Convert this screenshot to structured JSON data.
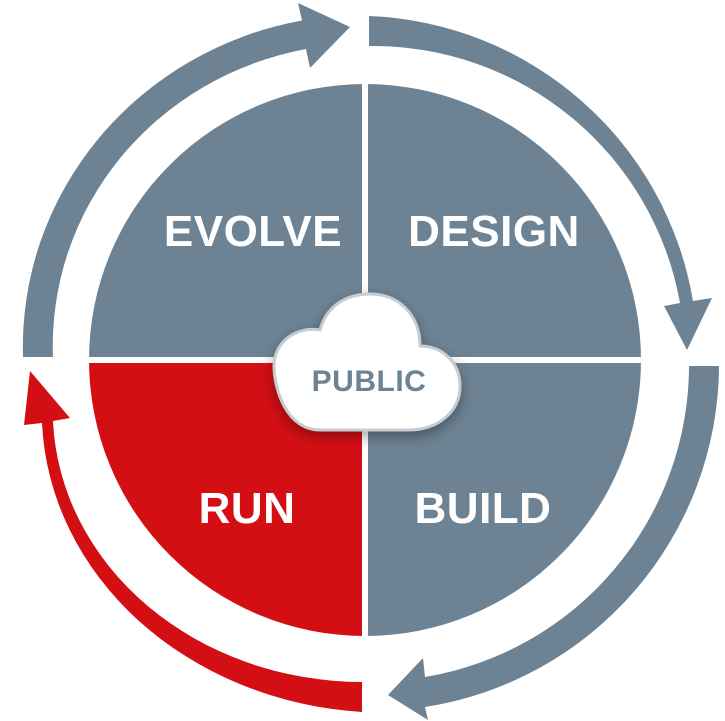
{
  "diagram": {
    "center": {
      "label": "PUBLIC",
      "icon": "cloud-icon"
    },
    "quadrants": [
      {
        "id": "evolve",
        "label": "EVOLVE",
        "color": "#6d8394",
        "active": false
      },
      {
        "id": "design",
        "label": "DESIGN",
        "color": "#6d8394",
        "active": false
      },
      {
        "id": "build",
        "label": "BUILD",
        "color": "#6d8394",
        "active": false
      },
      {
        "id": "run",
        "label": "RUN",
        "color": "#d40f14",
        "active": true
      }
    ],
    "cycle_direction": "clockwise",
    "colors": {
      "primary": "#6d8394",
      "accent": "#d40f14",
      "cloud_fill": "#ffffff",
      "cloud_stroke": "#c5ccd2",
      "cloud_text": "#6d8394"
    }
  }
}
